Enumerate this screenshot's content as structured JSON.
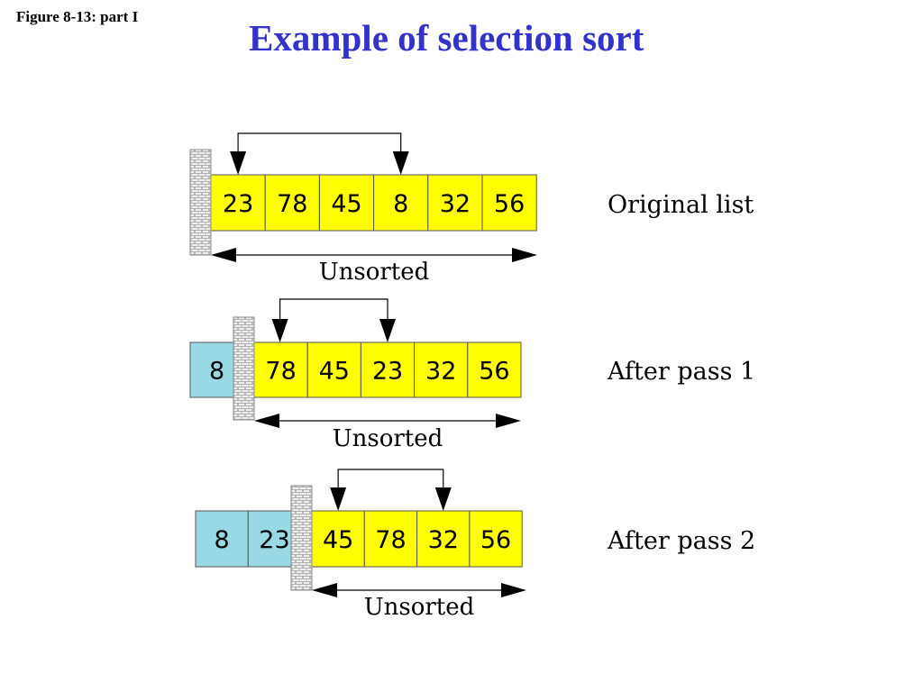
{
  "figure_label": "Figure 8-13: part I",
  "title": "Example of selection sort",
  "colors": {
    "title": "#3333cc",
    "unsorted_cell": "#ffff00",
    "sorted_cell": "#99d9e6",
    "wall": "#eeeeee",
    "wall_brick": "#a0a0a0"
  },
  "unsorted_label": "Unsorted",
  "rows": [
    {
      "label": "Original list",
      "sorted": [],
      "unsorted": [
        "23",
        "78",
        "45",
        "8",
        "32",
        "56"
      ],
      "swap": [
        0,
        3
      ]
    },
    {
      "label": "After pass 1",
      "sorted": [
        "8"
      ],
      "unsorted": [
        "78",
        "45",
        "23",
        "32",
        "56"
      ],
      "swap": [
        0,
        2
      ]
    },
    {
      "label": "After pass 2",
      "sorted": [
        "8",
        "23"
      ],
      "unsorted": [
        "45",
        "78",
        "32",
        "56"
      ],
      "swap": [
        0,
        2
      ]
    }
  ]
}
